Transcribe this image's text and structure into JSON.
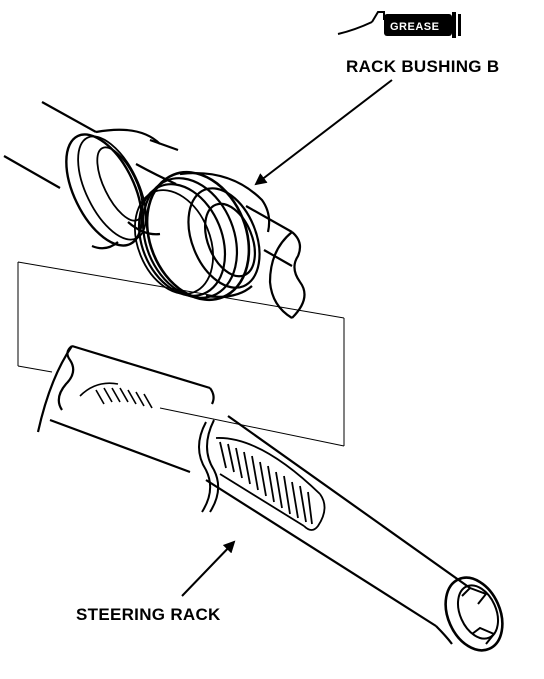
{
  "labels": {
    "grease": "GREASE",
    "rack_bushing": "RACK BUSHING B",
    "steering_rack": "STEERING RACK"
  },
  "colors": {
    "ink": "#000000",
    "paper": "#ffffff"
  },
  "icons": {
    "grease": "grease-tube-icon"
  }
}
